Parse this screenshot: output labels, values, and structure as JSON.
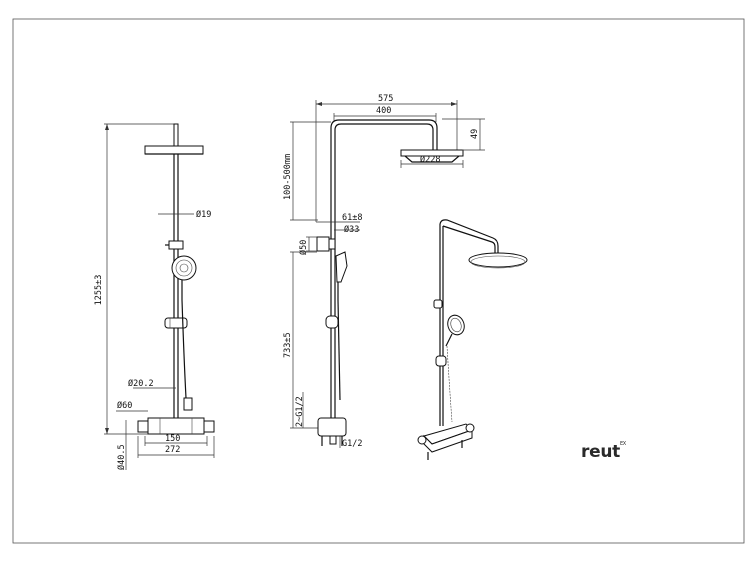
{
  "front_view": {
    "height": "1255±3",
    "pipe_diameter": "Ø19",
    "bar_diameter": "Ø20.2",
    "inlet_diameter": "Ø60",
    "body_diameter": "Ø40.5",
    "inlet_spacing": "150",
    "body_width": "272"
  },
  "side_view": {
    "arm_length": "575",
    "arm_reach": "400",
    "head_height": "49",
    "head_diameter": "Ø228",
    "adjust_range": "100-500mm",
    "bracket_size": "61±8",
    "bracket_diameter": "Ø33",
    "clamp_diameter": "Ø50",
    "mount_height": "733±5",
    "outlet_thread": "2~G1/2",
    "inlet_thread": "G1/2"
  },
  "brand": {
    "name": "reut",
    "mark": "EX"
  }
}
